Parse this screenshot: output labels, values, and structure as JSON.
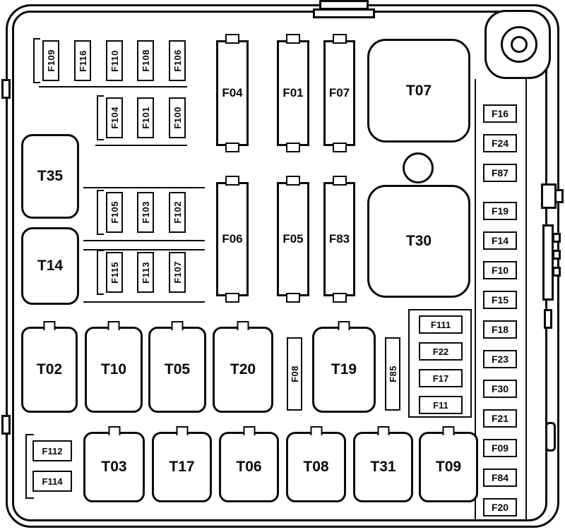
{
  "fuse_box": {
    "top_left_fuse_row_1": [
      "F109",
      "F116",
      "F110",
      "F108",
      "F106"
    ],
    "top_left_fuse_row_2": [
      "F104",
      "F101",
      "F100"
    ],
    "top_center_fuses": [
      "F04",
      "F01",
      "F07"
    ],
    "mid_fuse_row_1": [
      "F105",
      "F103",
      "F102"
    ],
    "mid_fuse_row_2": [
      "F115",
      "F113",
      "F107"
    ],
    "mid_center_fuses": [
      "F06",
      "F05",
      "F83"
    ],
    "large_relays": {
      "t07": "T07",
      "t30": "T30",
      "t35": "T35",
      "t14": "T14"
    },
    "relay_row_middle": [
      "T02",
      "T10",
      "T05",
      "T20"
    ],
    "relay_t19": "T19",
    "fuse_f08": "F08",
    "fuse_f85": "F85",
    "fuse_stack": [
      "F111",
      "F22",
      "F17",
      "F11"
    ],
    "relay_row_bottom": [
      "T03",
      "T17",
      "T06",
      "T08",
      "T31",
      "T09"
    ],
    "bottom_left_fuses": [
      "F112",
      "F114"
    ],
    "right_fuse_column": [
      "F16",
      "F24",
      "F87",
      "F19",
      "F14",
      "F10",
      "F15",
      "F18",
      "F23",
      "F30",
      "F21",
      "F09",
      "F84",
      "F20"
    ]
  }
}
